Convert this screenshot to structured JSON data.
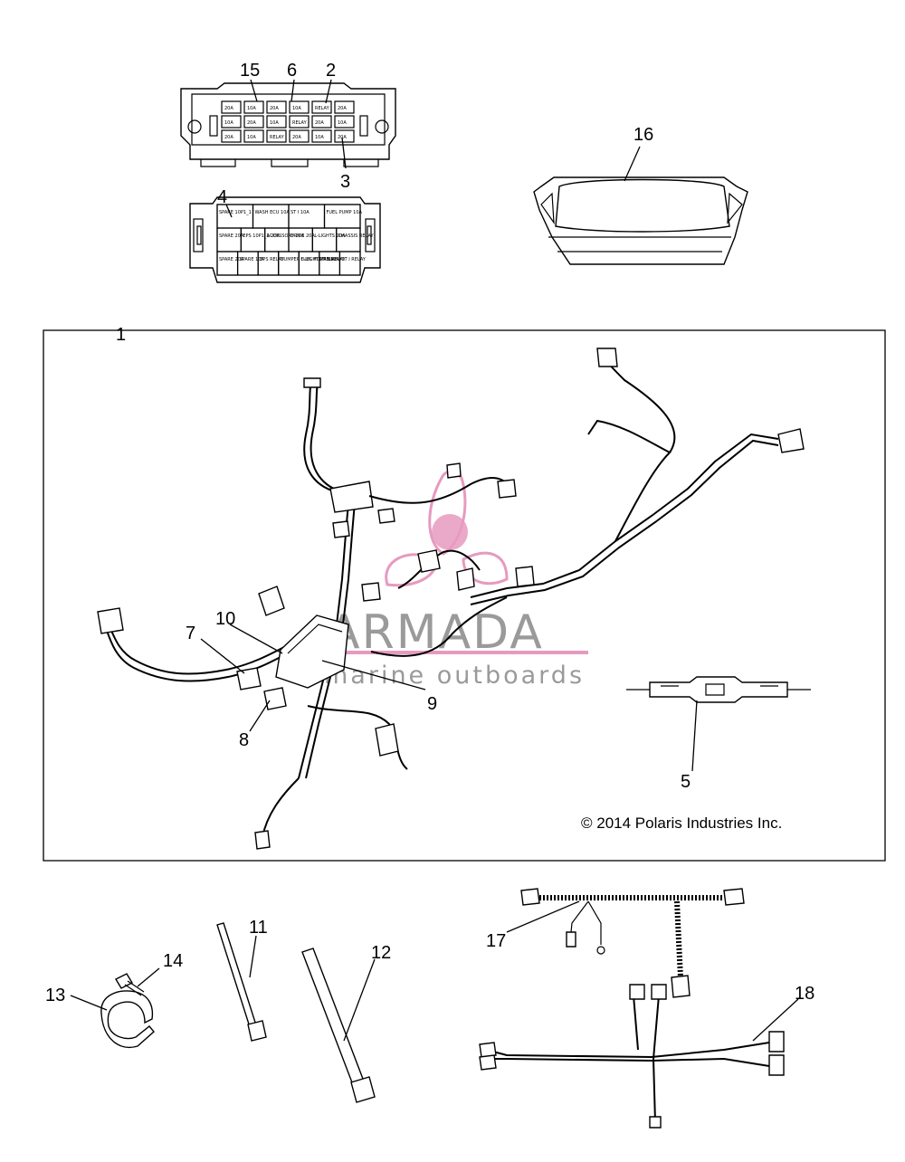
{
  "callouts": {
    "c1": "1",
    "c2": "2",
    "c3": "3",
    "c4": "4",
    "c5": "5",
    "c6": "6",
    "c7": "7",
    "c8": "8",
    "c9": "9",
    "c10": "10",
    "c11": "11",
    "c12": "12",
    "c13": "13",
    "c14": "14",
    "c15": "15",
    "c16": "16",
    "c17": "17",
    "c18": "18"
  },
  "copyright": "© 2014 Polaris Industries Inc.",
  "watermark": {
    "brand": "ARMADA",
    "tagline": "marine outboards",
    "accent_color": "#e79ac0",
    "text_color": "#9a9a9a"
  },
  "fuse_cover_labels": {
    "r1": [
      "SPARE 10P1_1",
      "WASH ECU 10A",
      "ST I 10A",
      "FUEL PUMP 10A"
    ],
    "r2": [
      "SPARE 20A",
      "EPS 10P1_1 20A",
      "ACCESSORY 20A",
      "DRIVE 20A",
      "L-LIGHTS 20A",
      "CHASSIS RELAY"
    ],
    "r3": [
      "SPARE 20A",
      "SPARE 10A",
      "EPS RELAY",
      "DUMPER L-LIGHTS RELAY",
      "FUEL PUMP RELAY",
      "FAN RELAY",
      "ST I RELAY"
    ]
  },
  "fuse_box_labels": [
    "20A",
    "10A",
    "20A",
    "10A",
    "RELAY"
  ]
}
